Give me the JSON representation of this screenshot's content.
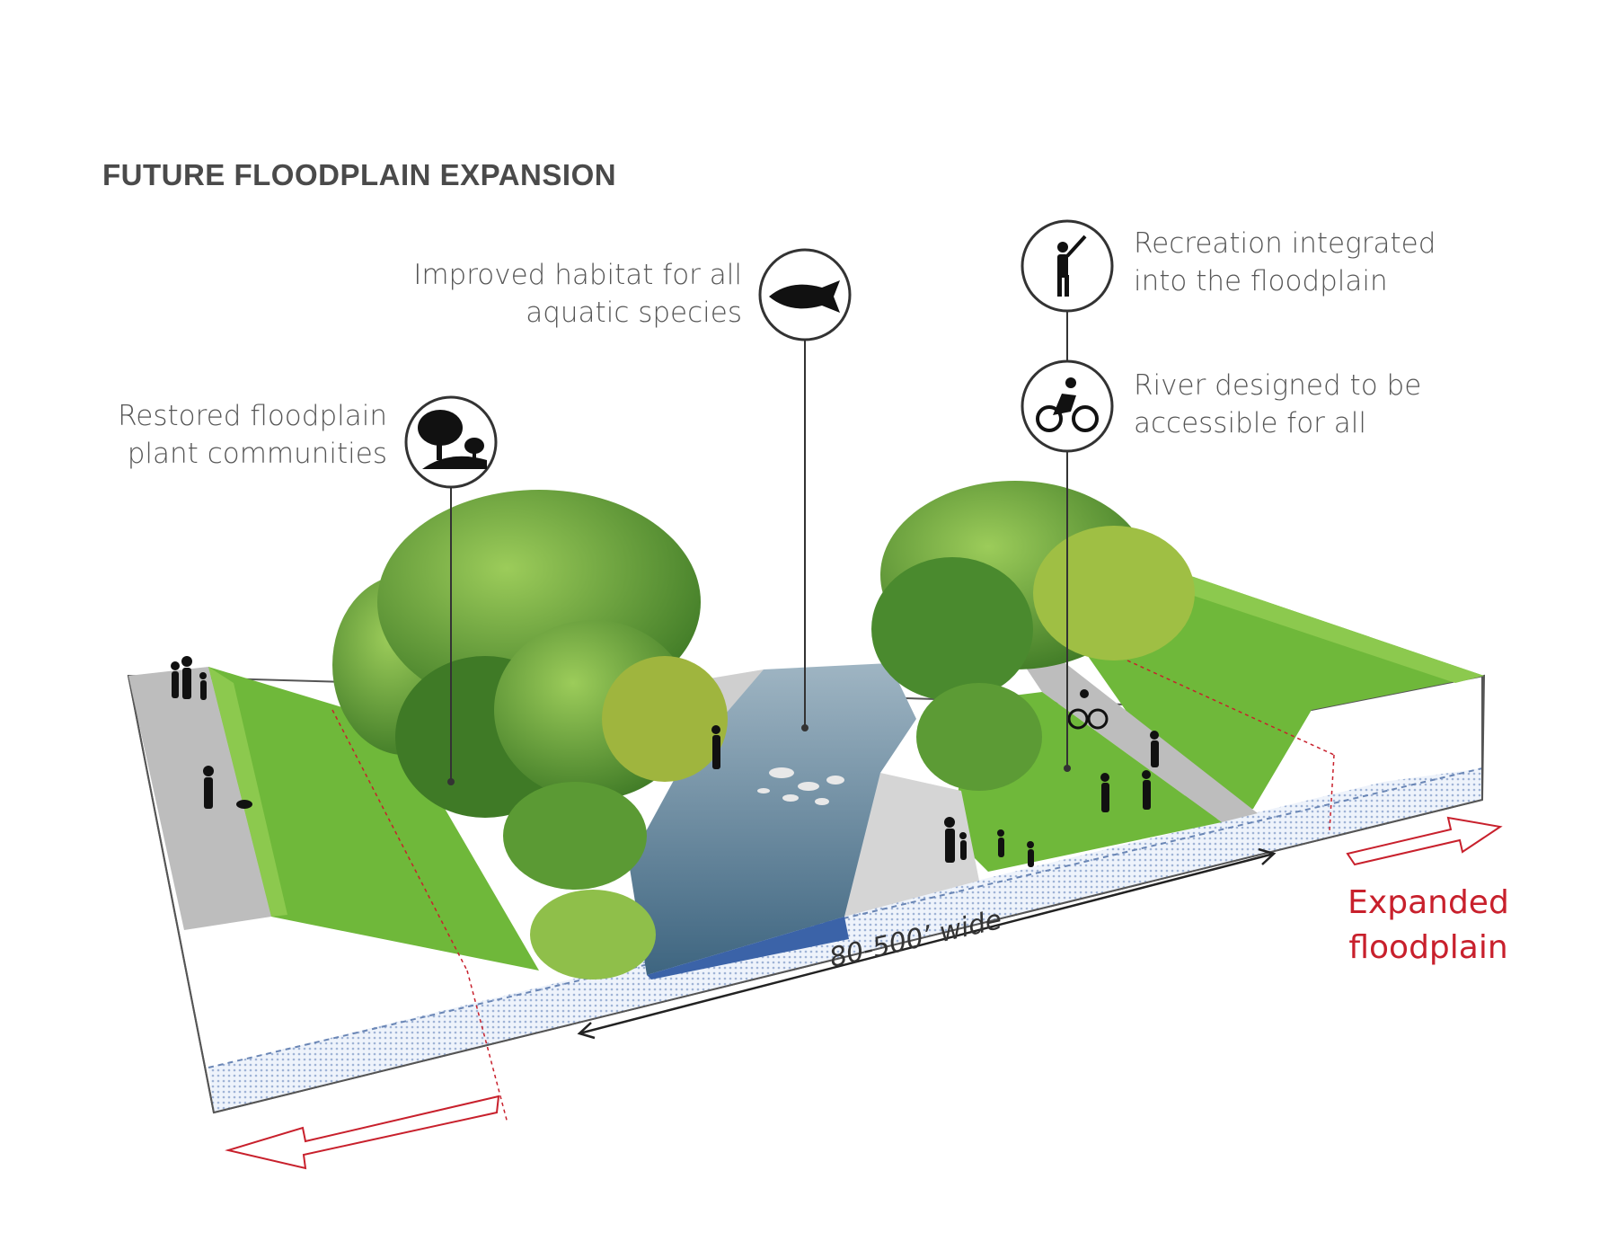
{
  "title": "FUTURE FLOODPLAIN EXPANSION",
  "callouts": {
    "plants": {
      "lines": [
        "Restored floodplain",
        "plant communities"
      ],
      "icon": "trees-icon"
    },
    "habitat": {
      "lines": [
        "Improved habitat for all",
        "aquatic species"
      ],
      "icon": "fish-icon"
    },
    "recreation": {
      "lines": [
        "Recreation integrated",
        "into the floodplain"
      ],
      "icon": "baseball-batter-icon"
    },
    "access": {
      "lines": [
        "River designed to be",
        "accessible for all"
      ],
      "icon": "cyclist-icon"
    }
  },
  "width_label": "80-500’ wide",
  "expanded_label": [
    "Expanded",
    "floodplain"
  ],
  "colors": {
    "grass": "#6fb83a",
    "grass_light": "#8cc94e",
    "path": "#bdbdbd",
    "water": "#5b7f95",
    "tree": "#4d8a2f",
    "accent_red": "#c8202c",
    "icon_ring": "#333333"
  }
}
